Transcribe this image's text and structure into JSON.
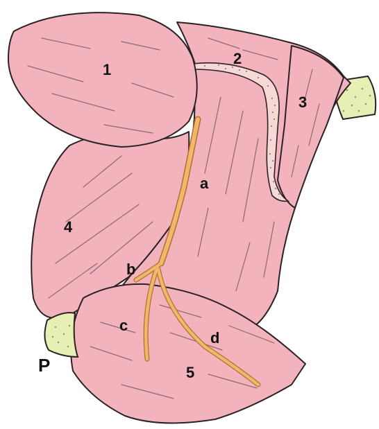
{
  "labels": {
    "muscle_1": "1",
    "muscle_2": "2",
    "muscle_3": "3",
    "muscle_4": "4",
    "muscle_5": "5",
    "nerve_a": "a",
    "nerve_b": "b",
    "nerve_c": "c",
    "nerve_d": "d",
    "point_p": "P"
  },
  "colors": {
    "muscle_fill": "#f2b3bd",
    "muscle_outline": "#2a2124",
    "fiber_line": "#7a5a60",
    "nerve_fill": "#f3b66a",
    "nerve_outline": "#a8742f",
    "bone_fill": "#e7efb4",
    "aponeurosis_fill": "#f6d8d5",
    "background": "#ffffff"
  }
}
